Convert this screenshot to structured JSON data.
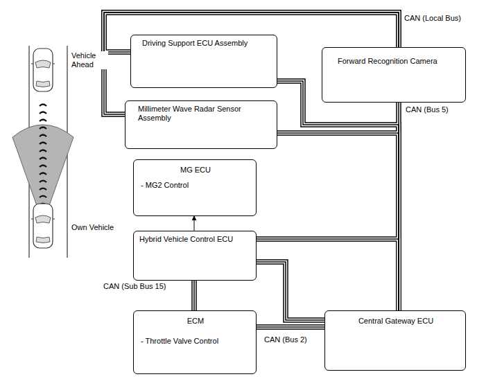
{
  "diagram": {
    "nodes": [
      {
        "text": [
          "Driving Support ECU Assembly"
        ]
      },
      {
        "text": [
          "Forward Recognition Camera"
        ]
      },
      {
        "text": [
          "Millimeter Wave Radar Sensor Assembly"
        ]
      },
      {
        "text": [
          "MG ECU",
          "- MG2 Control"
        ]
      },
      {
        "text": [
          "Hybrid Vehicle Control ECU"
        ]
      },
      {
        "text": [
          "ECM",
          "- Throttle Valve Control"
        ]
      },
      {
        "text": [
          "Central Gateway ECU"
        ]
      }
    ],
    "edges": [
      {
        "from": 0,
        "to": 1,
        "arrow": "none"
      },
      {
        "from": 2,
        "to": 1,
        "arrow": "none"
      },
      {
        "from": 0,
        "to": 6,
        "arrow": "none"
      },
      {
        "from": 2,
        "to": 6,
        "arrow": "none"
      },
      {
        "from": 1,
        "to": 6,
        "arrow": "none"
      },
      {
        "from": 4,
        "to": 6,
        "arrow": "none"
      },
      {
        "from": 4,
        "to": 3,
        "arrow": "to"
      },
      {
        "from": 4,
        "to": 5,
        "arrow": "none"
      },
      {
        "from": 4,
        "to": 6,
        "arrow": "none"
      },
      {
        "from": 5,
        "to": 6,
        "arrow": "none"
      }
    ],
    "labels": [
      "Vehicle Ahead",
      "Own Vehicle",
      "CAN (Local Bus)",
      "CAN (Bus 5)",
      "CAN (Sub Bus 15)",
      "CAN (Bus 2)"
    ]
  }
}
